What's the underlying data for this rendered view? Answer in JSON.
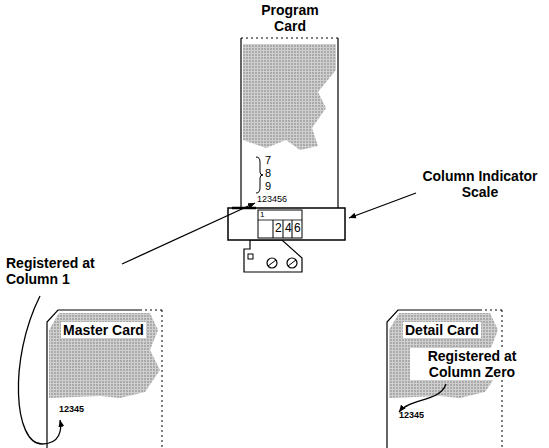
{
  "diagram": {
    "nodes": [
      {
        "text": [
          "Program Card",
          "7",
          "8",
          "9",
          "123456"
        ]
      },
      {
        "text": [
          "1",
          "2",
          "4",
          "6"
        ]
      },
      {
        "text": [
          "Master Card",
          "12345"
        ]
      },
      {
        "text": [
          "Detail Card",
          "12345"
        ]
      }
    ],
    "labels": [
      "Column Indicator Scale",
      "Registered at Column 1",
      "Registered at Column Zero"
    ]
  }
}
